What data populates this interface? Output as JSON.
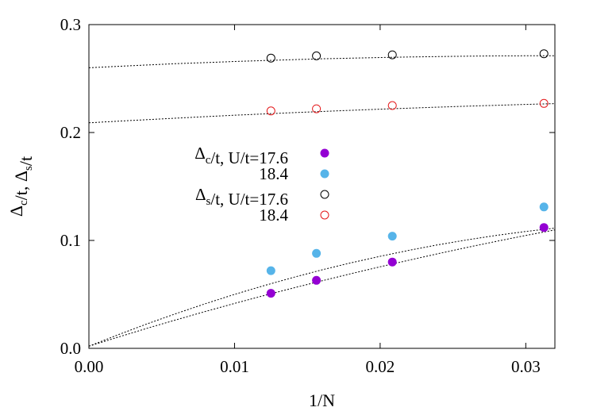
{
  "chart_data": {
    "type": "scatter",
    "xlabel": "1/N",
    "ylabel": "Δc/t, Δs/t",
    "xlim": [
      0,
      0.032
    ],
    "ylim": [
      0,
      0.3
    ],
    "xticks": [
      "0.00",
      "0.01",
      "0.02",
      "0.03"
    ],
    "yticks": [
      "0.0",
      "0.1",
      "0.2",
      "0.3"
    ],
    "grid": false,
    "legend_position": "center-left",
    "series": [
      {
        "label_symbol": "Δc/t, U/t=17.6",
        "color": "#9400d3",
        "marker": "filled-circle",
        "x": [
          0.0125,
          0.015625,
          0.020833,
          0.03125
        ],
        "y": [
          0.051,
          0.063,
          0.08,
          0.112
        ],
        "fit_x": [
          0,
          0.002,
          0.004,
          0.006,
          0.008,
          0.01,
          0.012,
          0.014,
          0.016,
          0.018,
          0.02,
          0.022,
          0.024,
          0.026,
          0.028,
          0.03,
          0.032
        ],
        "fit_y": [
          0.002,
          0.0104,
          0.0186,
          0.0265,
          0.0342,
          0.0416,
          0.0488,
          0.0558,
          0.0626,
          0.0692,
          0.0756,
          0.0818,
          0.0878,
          0.0936,
          0.0992,
          0.1046,
          0.1098
        ]
      },
      {
        "label_symbol": "18.4",
        "color": "#56b4e9",
        "marker": "filled-circle",
        "x": [
          0.0125,
          0.015625,
          0.020833,
          0.03125
        ],
        "y": [
          0.072,
          0.088,
          0.104,
          0.131
        ],
        "fit_x": [
          0,
          0.002,
          0.004,
          0.006,
          0.008,
          0.01,
          0.012,
          0.014,
          0.016,
          0.018,
          0.02,
          0.022,
          0.024,
          0.026,
          0.028,
          0.03,
          0.032
        ],
        "fit_y": [
          0.002,
          0.0126,
          0.0227,
          0.0323,
          0.0414,
          0.05,
          0.058,
          0.0656,
          0.0727,
          0.0793,
          0.0853,
          0.0909,
          0.096,
          0.1006,
          0.1047,
          0.1083,
          0.1114
        ]
      },
      {
        "label_symbol": "Δs/t, U/t=17.6",
        "color": "#000000",
        "marker": "open-circle",
        "x": [
          0.0125,
          0.015625,
          0.020833,
          0.03125
        ],
        "y": [
          0.269,
          0.271,
          0.272,
          0.273
        ],
        "fit_x": [
          0,
          0.002,
          0.004,
          0.006,
          0.008,
          0.01,
          0.012,
          0.014,
          0.016,
          0.018,
          0.02,
          0.022,
          0.024,
          0.026,
          0.028,
          0.03,
          0.032
        ],
        "fit_y": [
          0.26,
          0.2613,
          0.2626,
          0.2638,
          0.2648,
          0.2658,
          0.2667,
          0.2675,
          0.2683,
          0.2689,
          0.2695,
          0.27,
          0.2704,
          0.2707,
          0.271,
          0.2711,
          0.2712
        ]
      },
      {
        "label_symbol": "18.4",
        "color": "#e41a1c",
        "marker": "open-circle",
        "x": [
          0.0125,
          0.015625,
          0.020833,
          0.03125
        ],
        "y": [
          0.22,
          0.222,
          0.225,
          0.227
        ],
        "fit_x": [
          0,
          0.002,
          0.004,
          0.006,
          0.008,
          0.01,
          0.012,
          0.014,
          0.016,
          0.018,
          0.02,
          0.022,
          0.024,
          0.026,
          0.028,
          0.03,
          0.032
        ],
        "fit_y": [
          0.209,
          0.2105,
          0.2119,
          0.2133,
          0.2147,
          0.216,
          0.2172,
          0.2184,
          0.2195,
          0.2206,
          0.2216,
          0.2226,
          0.2235,
          0.2244,
          0.2252,
          0.226,
          0.2268
        ]
      }
    ]
  }
}
